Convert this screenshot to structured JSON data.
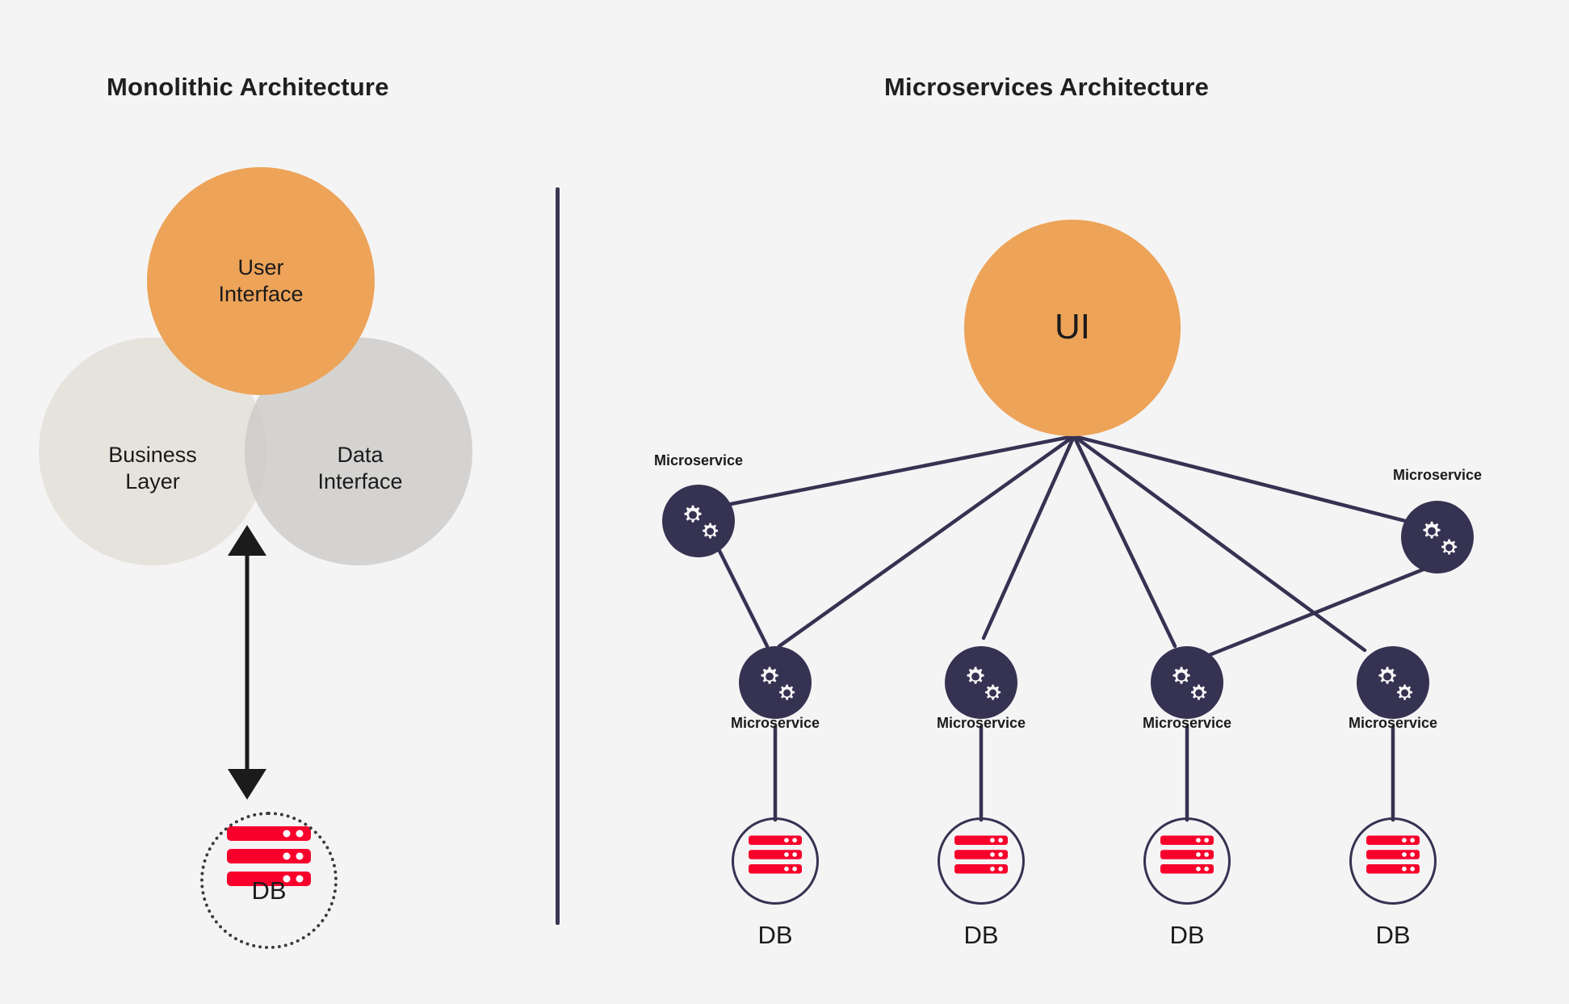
{
  "background_color": "#f4f4f4",
  "accent_colors": {
    "orange": "#eda358",
    "navy": "#363252",
    "db_red": "#f8002b",
    "venn_business": "#e2dfd6",
    "venn_data": "#cac9c6",
    "text": "#1b1b1b"
  },
  "panels": {
    "left": {
      "title": "Monolithic Architecture",
      "venn": {
        "ui_label": "User\nInterface",
        "business_label": "Business\nLayer",
        "data_label": "Data\nInterface"
      },
      "arrow": {
        "direction": "double-vertical"
      },
      "database": {
        "label": "DB",
        "icon": "database-stack-icon",
        "outline_style": "dotted"
      }
    },
    "right": {
      "title": "Microservices Architecture",
      "hub": {
        "label": "UI",
        "icon": "ui-circle"
      },
      "microservices": [
        {
          "id": "ms-top-left",
          "label": "Microservice",
          "icon": "gears-icon",
          "label_position": "above"
        },
        {
          "id": "ms-top-right",
          "label": "Microservice",
          "icon": "gears-icon",
          "label_position": "above"
        },
        {
          "id": "ms-bottom-1",
          "label": "Microservice",
          "icon": "gears-icon",
          "label_position": "below"
        },
        {
          "id": "ms-bottom-2",
          "label": "Microservice",
          "icon": "gears-icon",
          "label_position": "below"
        },
        {
          "id": "ms-bottom-3",
          "label": "Microservice",
          "icon": "gears-icon",
          "label_position": "below"
        },
        {
          "id": "ms-bottom-4",
          "label": "Microservice",
          "icon": "gears-icon",
          "label_position": "below"
        }
      ],
      "databases": [
        {
          "id": "db-1",
          "label": "DB",
          "icon": "database-stack-icon"
        },
        {
          "id": "db-2",
          "label": "DB",
          "icon": "database-stack-icon"
        },
        {
          "id": "db-3",
          "label": "DB",
          "icon": "database-stack-icon"
        },
        {
          "id": "db-4",
          "label": "DB",
          "icon": "database-stack-icon"
        }
      ]
    }
  },
  "chart_data": {
    "type": "diagram",
    "title": "Monolithic vs Microservices Architecture",
    "subgraphs": [
      {
        "name": "Monolithic Architecture",
        "nodes": [
          {
            "id": "user-interface",
            "label": "User Interface",
            "shape": "circle",
            "color": "#eda358"
          },
          {
            "id": "business-layer",
            "label": "Business Layer",
            "shape": "circle",
            "color": "#e2dfd6"
          },
          {
            "id": "data-interface",
            "label": "Data Interface",
            "shape": "circle",
            "color": "#cac9c6"
          },
          {
            "id": "monolith-db",
            "label": "DB",
            "shape": "dotted-circle",
            "color": "#f8002b"
          }
        ],
        "edges": [
          {
            "from": "venn-cluster",
            "to": "monolith-db",
            "style": "double-arrow"
          }
        ],
        "layout": "venn-overlap"
      },
      {
        "name": "Microservices Architecture",
        "nodes": [
          {
            "id": "ui",
            "label": "UI",
            "shape": "circle",
            "color": "#eda358"
          },
          {
            "id": "ms-top-left",
            "label": "Microservice",
            "shape": "circle",
            "color": "#363252"
          },
          {
            "id": "ms-top-right",
            "label": "Microservice",
            "shape": "circle",
            "color": "#363252"
          },
          {
            "id": "ms-bottom-1",
            "label": "Microservice",
            "shape": "circle",
            "color": "#363252"
          },
          {
            "id": "ms-bottom-2",
            "label": "Microservice",
            "shape": "circle",
            "color": "#363252"
          },
          {
            "id": "ms-bottom-3",
            "label": "Microservice",
            "shape": "circle",
            "color": "#363252"
          },
          {
            "id": "ms-bottom-4",
            "label": "Microservice",
            "shape": "circle",
            "color": "#363252"
          },
          {
            "id": "db-1",
            "label": "DB",
            "shape": "outline-circle",
            "color": "#f8002b"
          },
          {
            "id": "db-2",
            "label": "DB",
            "shape": "outline-circle",
            "color": "#f8002b"
          },
          {
            "id": "db-3",
            "label": "DB",
            "shape": "outline-circle",
            "color": "#f8002b"
          },
          {
            "id": "db-4",
            "label": "DB",
            "shape": "outline-circle",
            "color": "#f8002b"
          }
        ],
        "edges": [
          {
            "from": "ui",
            "to": "ms-top-left"
          },
          {
            "from": "ui",
            "to": "ms-top-right"
          },
          {
            "from": "ui",
            "to": "ms-bottom-1"
          },
          {
            "from": "ui",
            "to": "ms-bottom-2"
          },
          {
            "from": "ui",
            "to": "ms-bottom-3"
          },
          {
            "from": "ui",
            "to": "ms-bottom-4"
          },
          {
            "from": "ms-top-left",
            "to": "ms-bottom-1"
          },
          {
            "from": "ms-top-right",
            "to": "ms-bottom-3"
          },
          {
            "from": "ms-bottom-1",
            "to": "db-1"
          },
          {
            "from": "ms-bottom-2",
            "to": "db-2"
          },
          {
            "from": "ms-bottom-3",
            "to": "db-3"
          },
          {
            "from": "ms-bottom-4",
            "to": "db-4"
          }
        ],
        "layout": "hub-and-spoke"
      }
    ]
  }
}
